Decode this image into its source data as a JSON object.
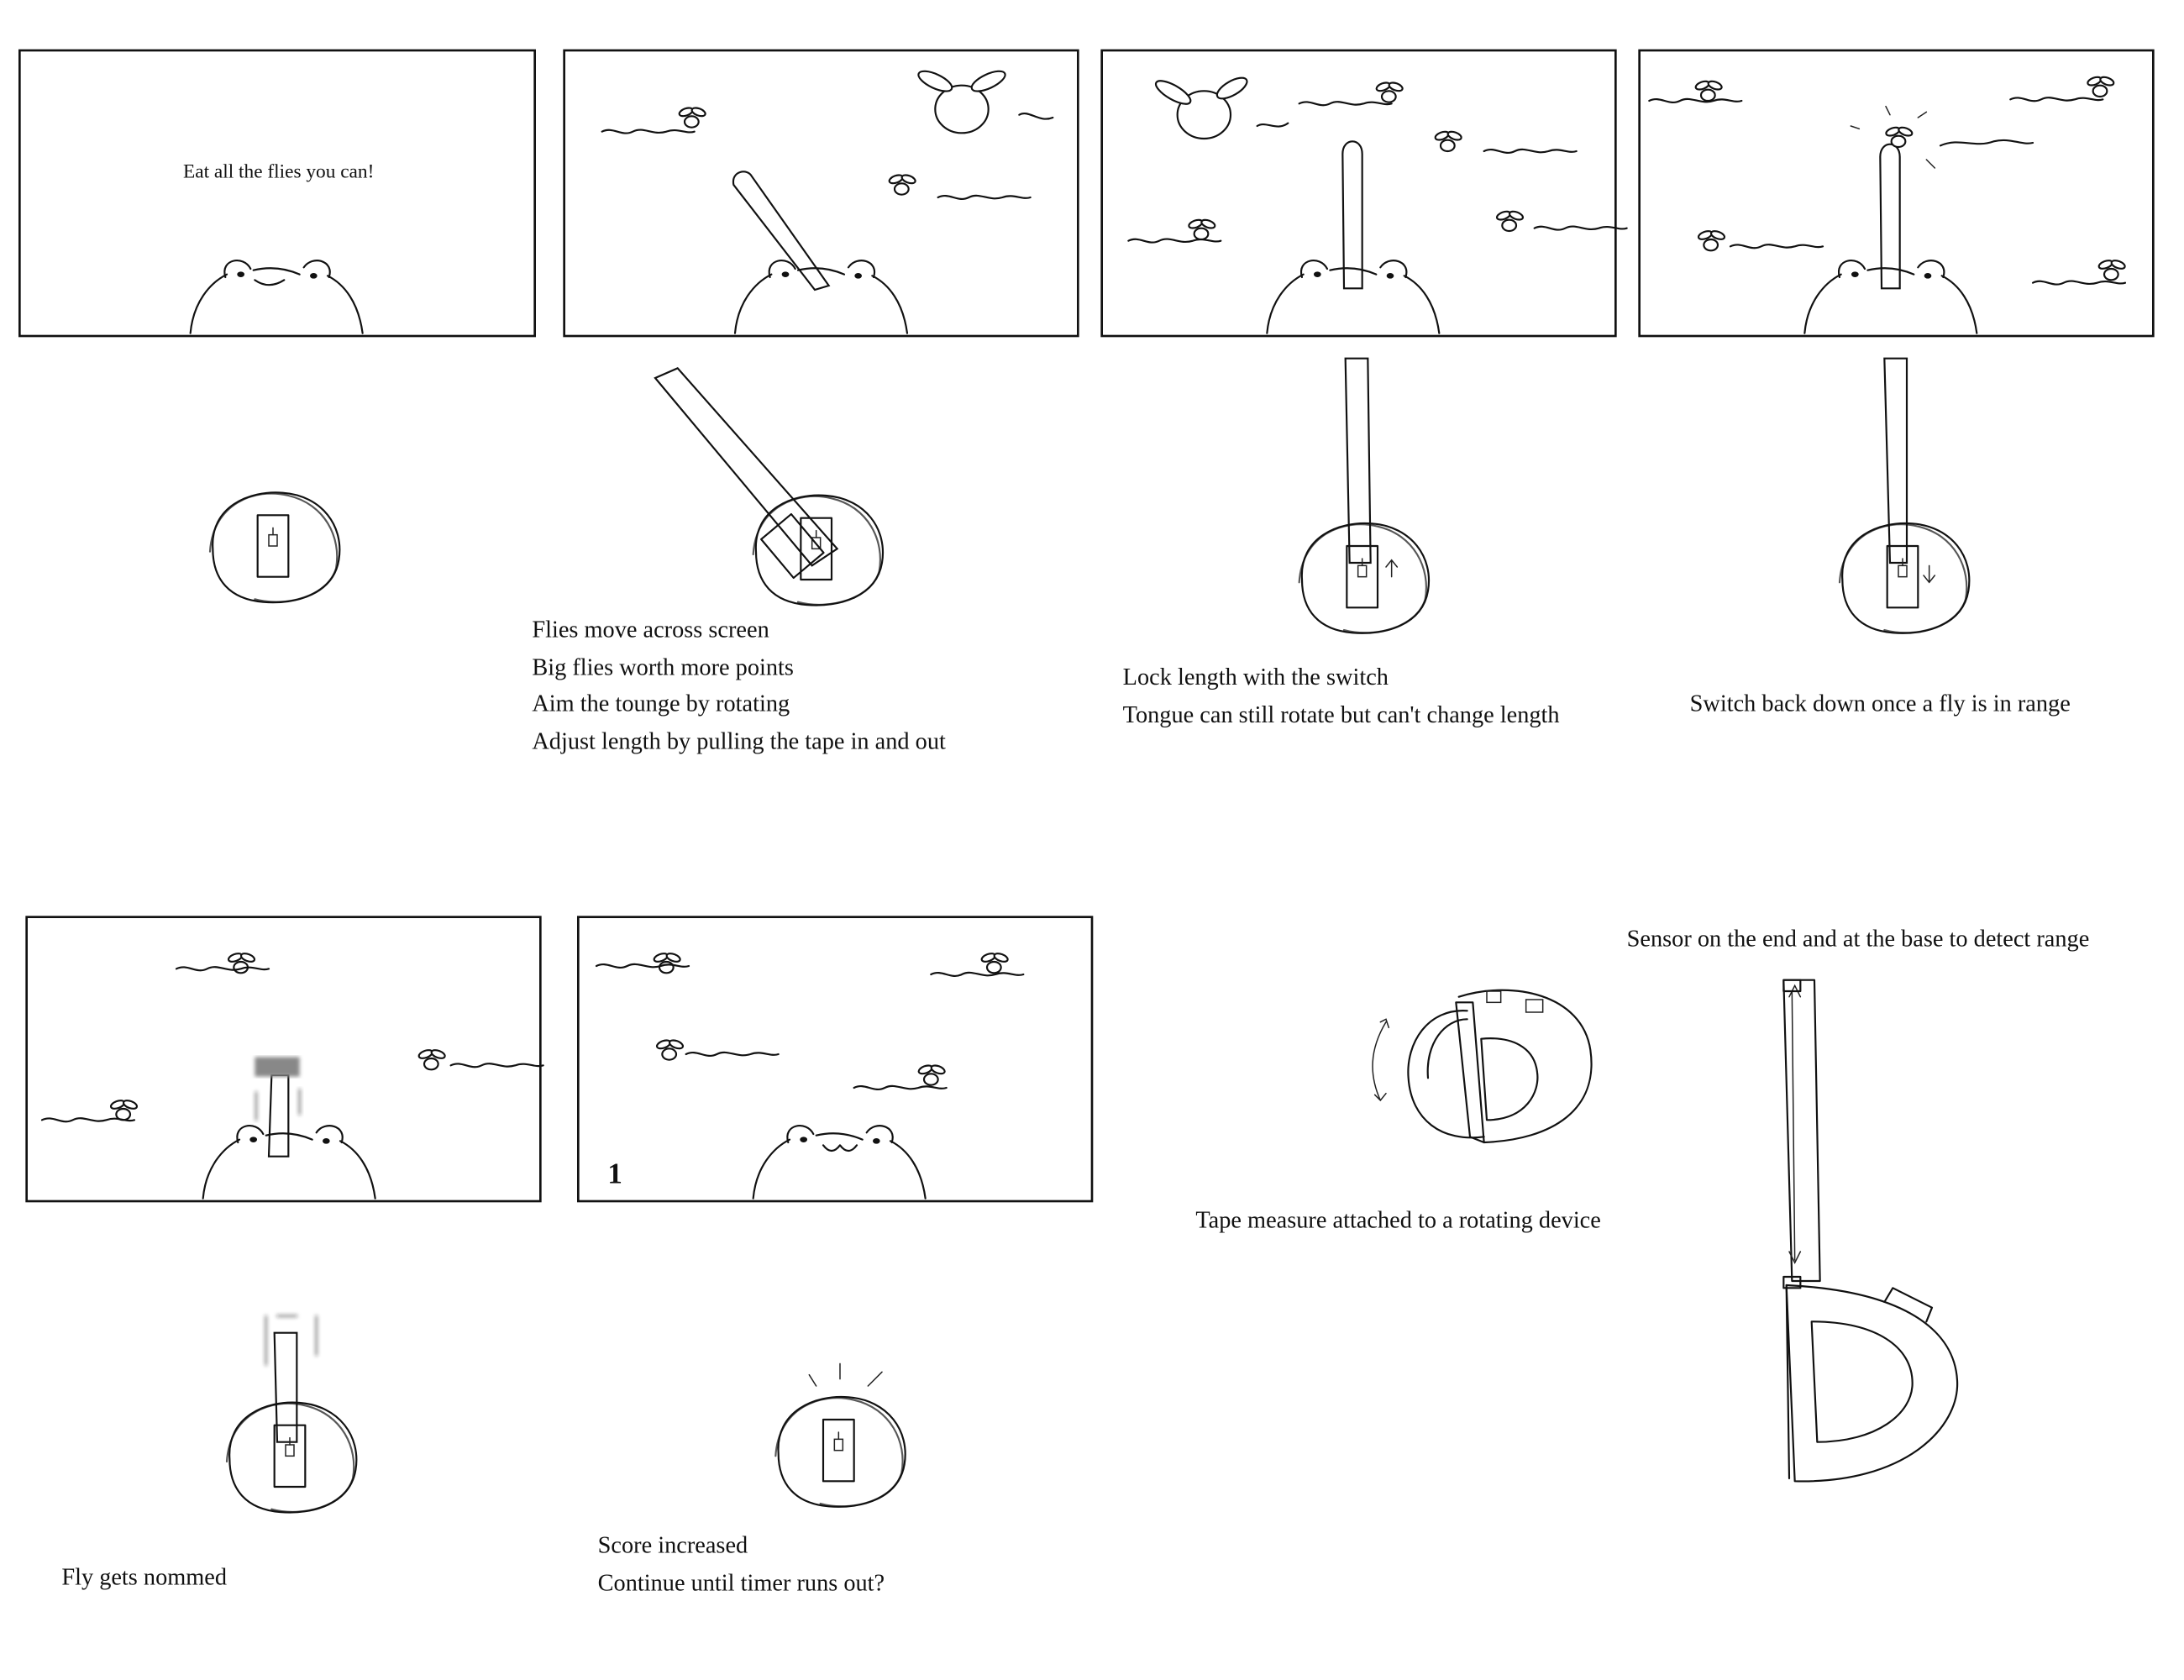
{
  "storyboard": {
    "panel1": {
      "caption": "Eat all the flies you can!"
    },
    "panel6": {
      "score": "1"
    },
    "notes": {
      "aim": [
        "Flies move across screen",
        "Big flies worth more points",
        "Aim the tounge by rotating",
        "Adjust length by pulling the tape in and out"
      ],
      "lock": [
        "Lock length with the switch",
        "Tongue can still rotate but can't change length"
      ],
      "release": [
        "Switch back down once a fly is in range"
      ],
      "nom": [
        "Fly gets nommed"
      ],
      "score": [
        "Score increased",
        "Continue until timer runs out?"
      ],
      "device": [
        "Tape measure attached to a rotating device"
      ],
      "sensor": [
        "Sensor on the end and at the base to detect range"
      ]
    }
  },
  "colors": {
    "ink": "#111111",
    "background": "#ffffff"
  }
}
